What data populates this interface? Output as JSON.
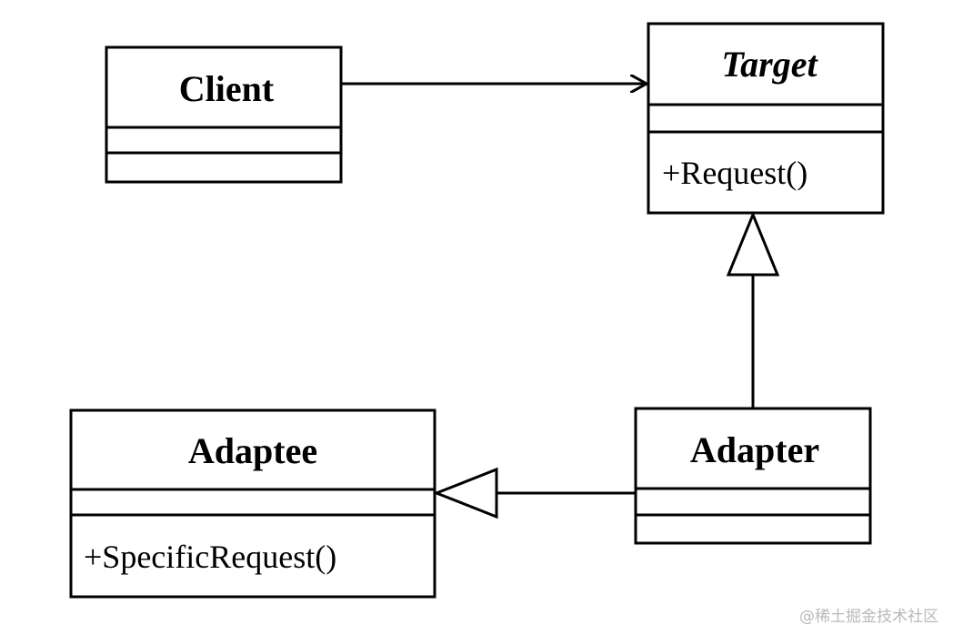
{
  "classes": {
    "client": {
      "name": "Client",
      "methods": []
    },
    "target": {
      "name": "Target",
      "methods": [
        "+Request()"
      ]
    },
    "adaptee": {
      "name": "Adaptee",
      "methods": [
        "+SpecificRequest()"
      ]
    },
    "adapter": {
      "name": "Adapter",
      "methods": []
    }
  },
  "relationships": [
    {
      "from": "Client",
      "to": "Target",
      "type": "association"
    },
    {
      "from": "Adapter",
      "to": "Target",
      "type": "generalization"
    },
    {
      "from": "Adapter",
      "to": "Adaptee",
      "type": "generalization"
    }
  ],
  "watermark": "@稀土掘金技术社区"
}
